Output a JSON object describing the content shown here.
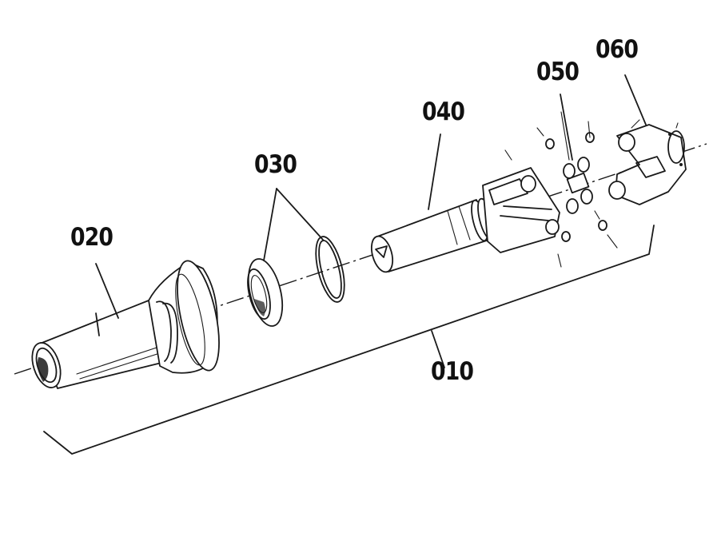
{
  "labels": {
    "p010": "010",
    "p020": "020",
    "p030": "030",
    "p040": "040",
    "p050": "050",
    "p060": "060"
  },
  "colors": {
    "ink": "#1a1a1a",
    "background": "#ffffff"
  }
}
